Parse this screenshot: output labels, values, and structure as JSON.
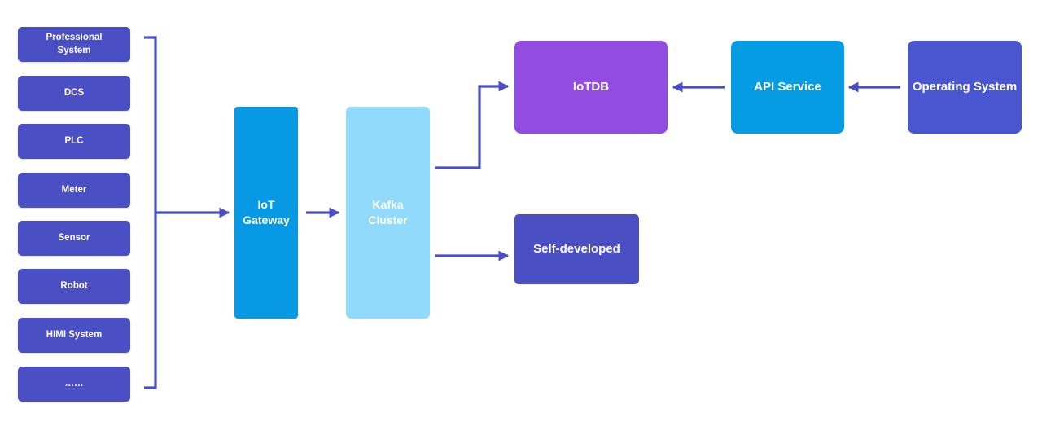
{
  "sources": [
    {
      "id": "professional-system",
      "label": "Professional\nSystem"
    },
    {
      "id": "dcs",
      "label": "DCS"
    },
    {
      "id": "plc",
      "label": "PLC"
    },
    {
      "id": "meter",
      "label": "Meter"
    },
    {
      "id": "sensor",
      "label": "Sensor"
    },
    {
      "id": "robot",
      "label": "Robot"
    },
    {
      "id": "himi-system",
      "label": "HIMI System"
    },
    {
      "id": "more",
      "label": "……"
    }
  ],
  "gateway": {
    "label": "IoT\nGateway"
  },
  "kafka": {
    "label": "Kafka\nCluster"
  },
  "iotdb": {
    "label": "IoTDB"
  },
  "api_service": {
    "label": "API Service"
  },
  "operating_system": {
    "label": "Operating System"
  },
  "self_developed": {
    "label": "Self-developed"
  },
  "colors": {
    "source_box": "#4a4fc4",
    "gateway": "#0799e4",
    "kafka": "#91d9fd",
    "iotdb": "#934ce2",
    "api_service": "#069ce4",
    "operating_system": "#4a56cf",
    "arrow": "#4a4fc4"
  }
}
